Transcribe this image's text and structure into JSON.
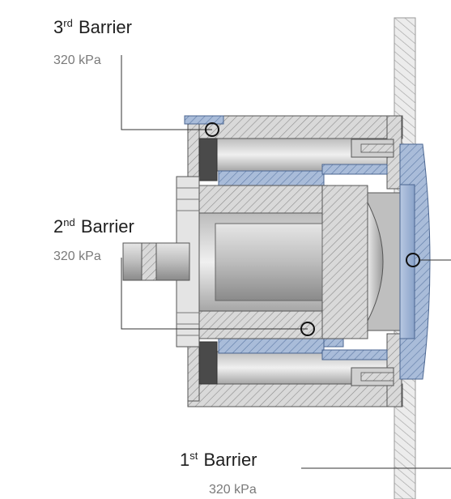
{
  "barriers": [
    {
      "ordinal_num": "3",
      "suffix": "rd",
      "name": "Barrier",
      "pressure": "320 kPa"
    },
    {
      "ordinal_num": "2",
      "suffix": "nd",
      "name": "Barrier",
      "pressure": "320 kPa"
    },
    {
      "ordinal_num": "1",
      "suffix": "st",
      "name": "Barrier",
      "pressure": "320 kPa"
    }
  ],
  "colors": {
    "seal_blue": "#9fb3d3",
    "metal_light": "#d4d4d4",
    "metal_dark": "#7c7c7c",
    "wall_hatch": "#aaaaaa",
    "leader_line": "#333333"
  }
}
